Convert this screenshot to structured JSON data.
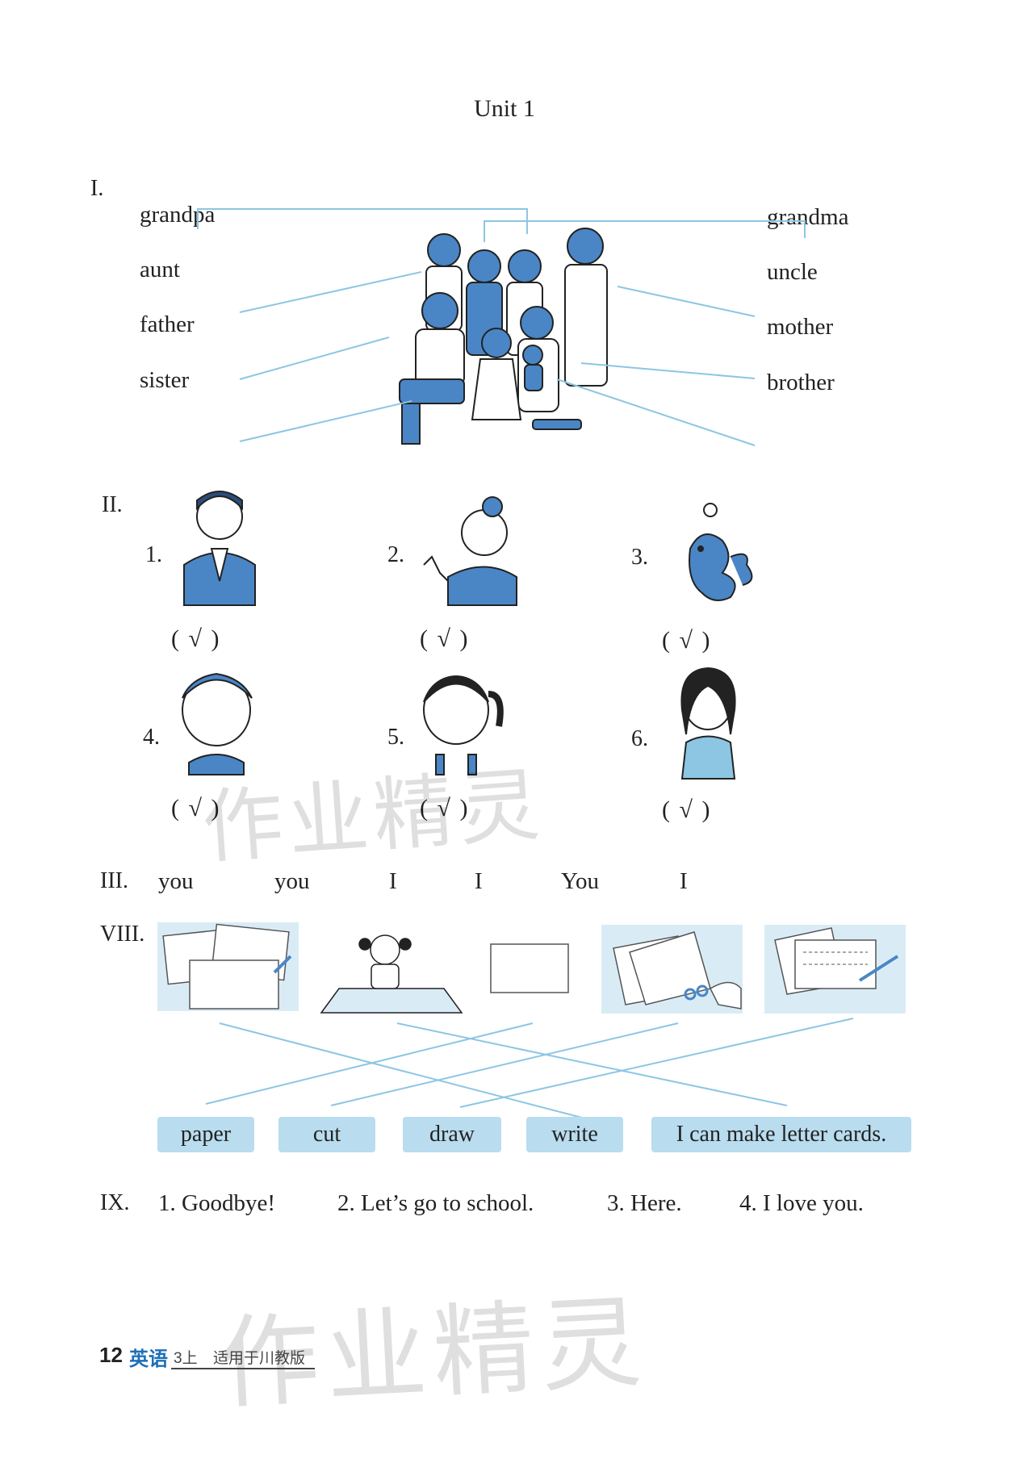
{
  "title": "Unit 1",
  "section1": {
    "label": "I.",
    "left_words": [
      "grandpa",
      "aunt",
      "father",
      "sister"
    ],
    "right_words": [
      "grandma",
      "uncle",
      "mother",
      "brother"
    ]
  },
  "section2": {
    "label": "II.",
    "items": [
      {
        "num": "1.",
        "answer": "(   √   )",
        "icon": "man-in-suit"
      },
      {
        "num": "2.",
        "answer": "(   √   )",
        "icon": "waving-girl"
      },
      {
        "num": "3.",
        "answer": "(   √   )",
        "icon": "dragon"
      },
      {
        "num": "4.",
        "answer": "(   √   )",
        "icon": "boy"
      },
      {
        "num": "5.",
        "answer": "(   √   )",
        "icon": "girl-ponytail"
      },
      {
        "num": "6.",
        "answer": "(   √   )",
        "icon": "woman"
      }
    ]
  },
  "section3": {
    "label": "III.",
    "words": [
      "you",
      "you",
      "I",
      "I",
      "You",
      "I"
    ]
  },
  "section8": {
    "label": "VIII.",
    "pills": [
      "paper",
      "cut",
      "draw",
      "write",
      "I can make letter cards."
    ]
  },
  "section9": {
    "label": "IX.",
    "phrases": [
      "1. Goodbye!",
      "2. Let’s go to school.",
      "3. Here.",
      "4. I love you."
    ]
  },
  "watermark": "作业精灵",
  "footer": {
    "page": "12",
    "subject": "英语",
    "grade": "3上",
    "edition": "适用于川教版"
  },
  "colors": {
    "line": "#8cc6e3",
    "figure": "#4a86c5",
    "pill": "#b9dcef"
  }
}
